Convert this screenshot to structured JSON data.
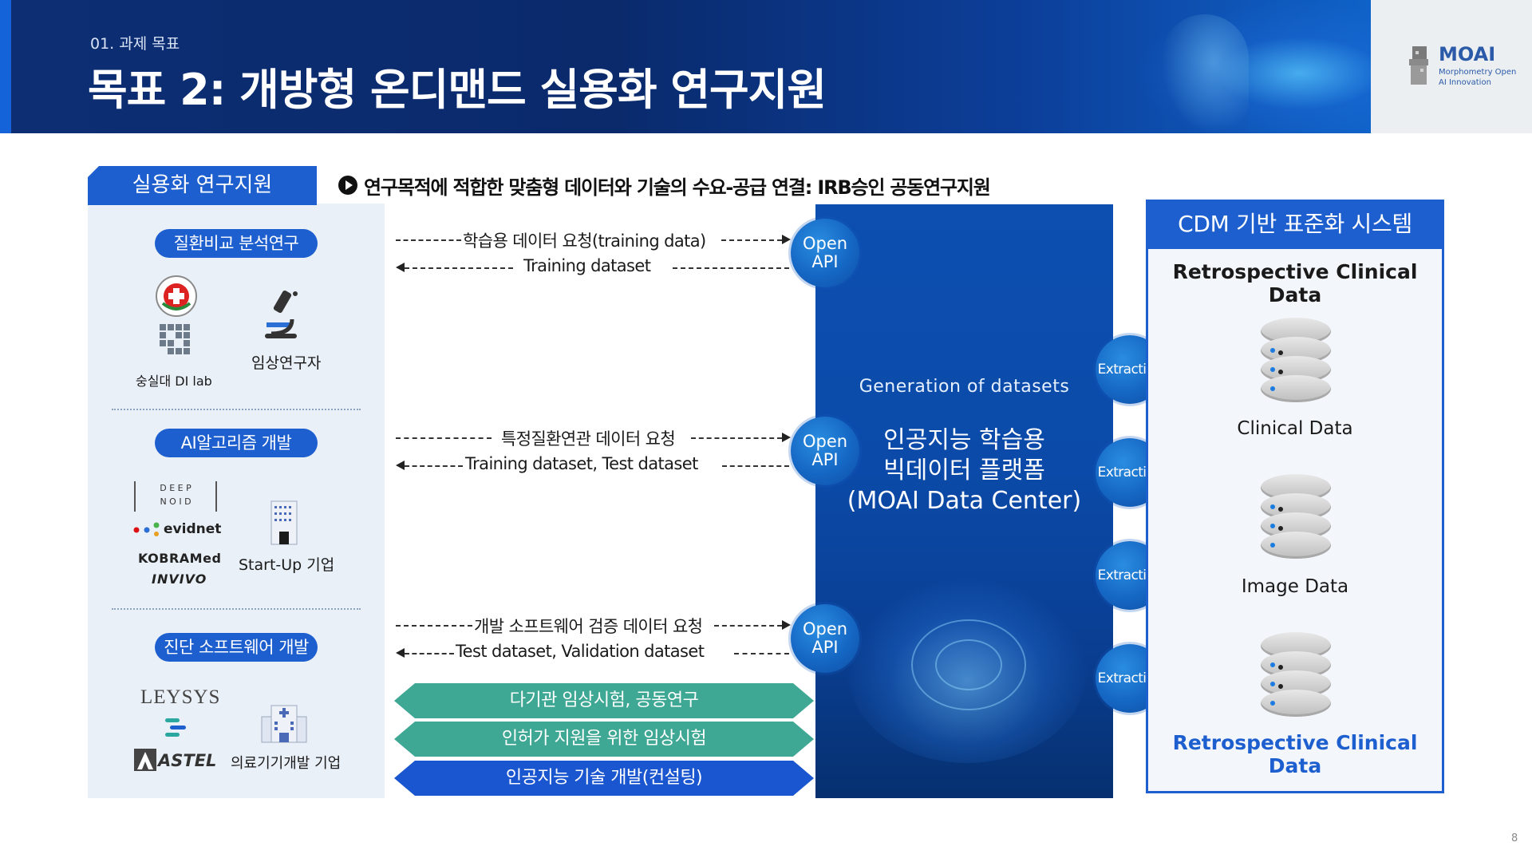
{
  "header": {
    "section": "01. 과제 목표",
    "title": "목표 2: 개방형 온디맨드 실용화 연구지원",
    "logo_name": "MOAI",
    "logo_sub_line1": "Morphometry Open",
    "logo_sub_line2": "AI Innovation"
  },
  "left_panel": {
    "tab": "실용화 연구지원",
    "groups": [
      {
        "pill": "질환비교 분석연구",
        "orgs": [
          "숭실대 DI lab",
          "임상연구자"
        ]
      },
      {
        "pill": "AI알고리즘 개발",
        "orgs": [
          "evidnet",
          "KOBRAMed",
          "INVIVO",
          "Start-Up 기업"
        ],
        "logo_text": [
          "D E E P",
          "N O I D"
        ]
      },
      {
        "pill": "진단 소프트웨어 개발",
        "orgs": [
          "LEYSYS",
          "ASTEL",
          "의료기기개발 기업"
        ]
      }
    ]
  },
  "headline": "연구목적에 적합한 맞춤형 데이터와 기술의 수요-공급 연결: IRB승인 공동연구지원",
  "flows": [
    {
      "request": "학습용 데이터 요청(training data)",
      "response": "Training dataset"
    },
    {
      "request": "특정질환연관 데이터 요청",
      "response": "Training dataset, Test dataset"
    },
    {
      "request": "개발 소프트웨어 검증 데이터 요청",
      "response": "Test dataset, Validation dataset"
    }
  ],
  "open_api": {
    "line1": "Open",
    "line2": "API"
  },
  "center": {
    "generation": "Generation of datasets",
    "platform_line1": "인공지능 학습용",
    "platform_line2": "빅데이터 플랫폼",
    "platform_line3": "(MOAI Data Center)"
  },
  "extraction_label": "Extraction",
  "right_box": {
    "title": "CDM 기반 표준화 시스템",
    "top_label": "Retrospective Clinical Data",
    "databases": [
      "Clinical Data",
      "Image Data"
    ],
    "bottom_label": "Retrospective Clinical Data"
  },
  "bottom_arrows": [
    {
      "label": "다기관 임상시험, 공동연구",
      "color": "#3fa894"
    },
    {
      "label": "인허가 지원을 위한 임상시험",
      "color": "#3fa894"
    },
    {
      "label": "인공지능 기술 개발(컨설팅)",
      "color": "#1a56cf"
    }
  ],
  "page_number": "8"
}
